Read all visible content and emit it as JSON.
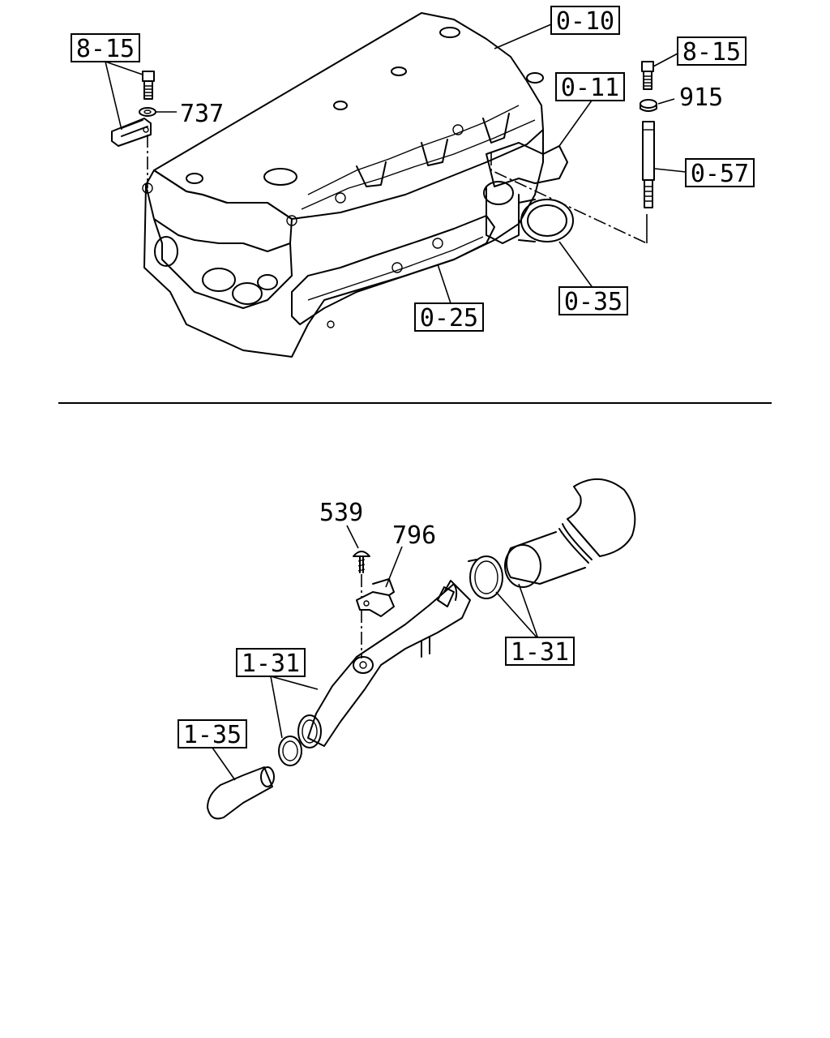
{
  "callouts": {
    "c_8_15_left": "8-15",
    "c_737": "737",
    "c_0_10": "0-10",
    "c_8_15_right": "8-15",
    "c_915": "915",
    "c_0_11": "0-11",
    "c_0_57": "0-57",
    "c_0_35": "0-35",
    "c_0_25": "0-25",
    "c_539": "539",
    "c_796": "796",
    "c_1_31_left": "1-31",
    "c_1_31_right": "1-31",
    "c_1_35": "1-35"
  }
}
